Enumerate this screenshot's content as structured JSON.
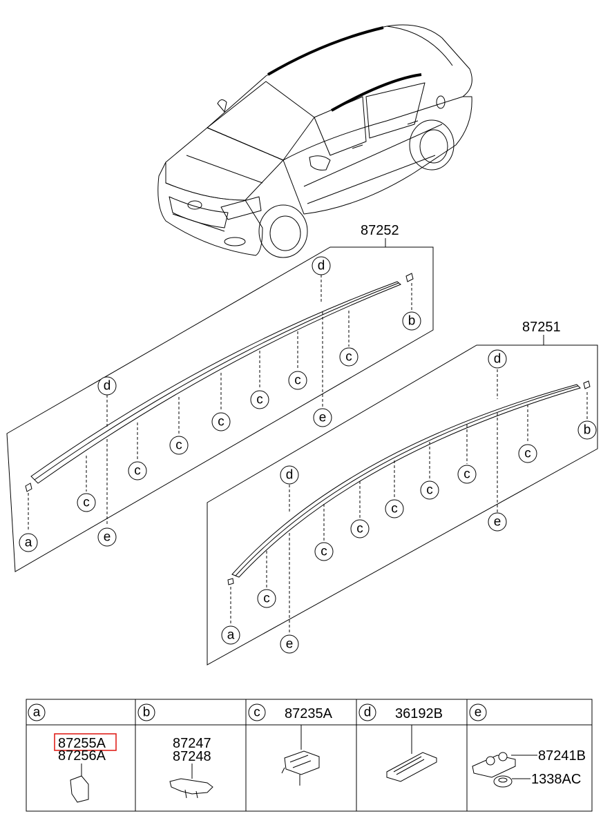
{
  "assemblies": [
    {
      "part_number": "87252"
    },
    {
      "part_number": "87251"
    }
  ],
  "callout_letters": [
    "a",
    "b",
    "c",
    "d",
    "e"
  ],
  "legend": [
    {
      "letter": "a",
      "parts": [
        "87255A",
        "87256A"
      ],
      "highlighted": "87255A"
    },
    {
      "letter": "b",
      "parts": [
        "87247",
        "87248"
      ]
    },
    {
      "letter": "c",
      "header_part": "87235A"
    },
    {
      "letter": "d",
      "header_part": "36192B"
    },
    {
      "letter": "e",
      "parts": [
        "87241B",
        "1338AC"
      ]
    }
  ],
  "colors": {
    "highlight": "#e0201b",
    "line": "#000000"
  }
}
